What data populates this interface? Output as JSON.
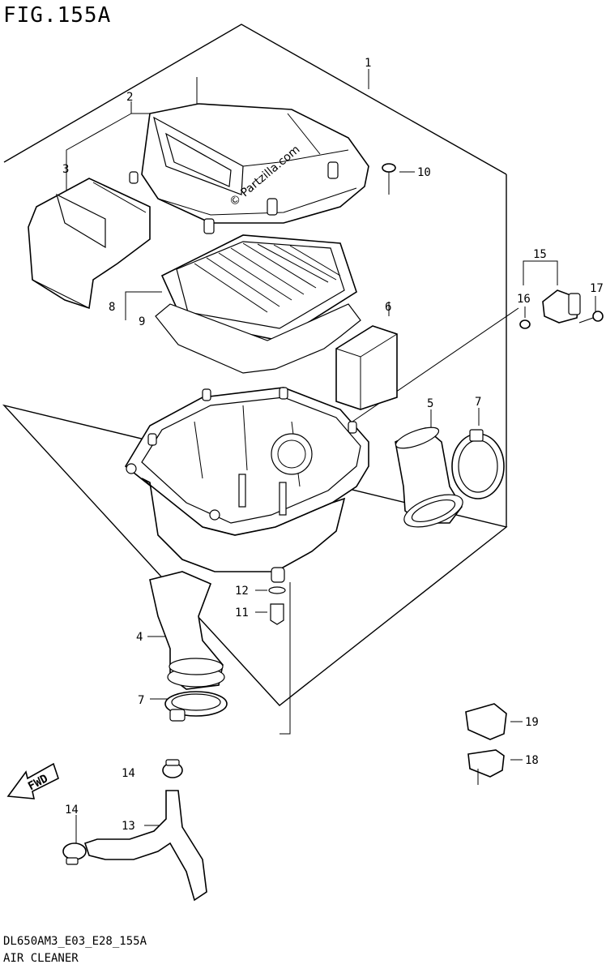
{
  "figure": {
    "title": "FIG.155A"
  },
  "footer": {
    "code": "DL650AM3_E03_E28_155A",
    "name": "AIR CLEANER"
  },
  "watermark": "© Partzilla.com",
  "fwd_label": "FWD",
  "callouts": [
    {
      "id": "c1",
      "text": "1"
    },
    {
      "id": "c2",
      "text": "2"
    },
    {
      "id": "c3",
      "text": "3"
    },
    {
      "id": "c4",
      "text": "4"
    },
    {
      "id": "c5",
      "text": "5"
    },
    {
      "id": "c6",
      "text": "6"
    },
    {
      "id": "c7a",
      "text": "7"
    },
    {
      "id": "c7b",
      "text": "7"
    },
    {
      "id": "c8",
      "text": "8"
    },
    {
      "id": "c9",
      "text": "9"
    },
    {
      "id": "c10",
      "text": "10"
    },
    {
      "id": "c11",
      "text": "11"
    },
    {
      "id": "c12",
      "text": "12"
    },
    {
      "id": "c13",
      "text": "13"
    },
    {
      "id": "c14a",
      "text": "14"
    },
    {
      "id": "c14b",
      "text": "14"
    },
    {
      "id": "c15",
      "text": "15"
    },
    {
      "id": "c16",
      "text": "16"
    },
    {
      "id": "c17",
      "text": "17"
    },
    {
      "id": "c18",
      "text": "18"
    },
    {
      "id": "c19",
      "text": "19"
    }
  ]
}
